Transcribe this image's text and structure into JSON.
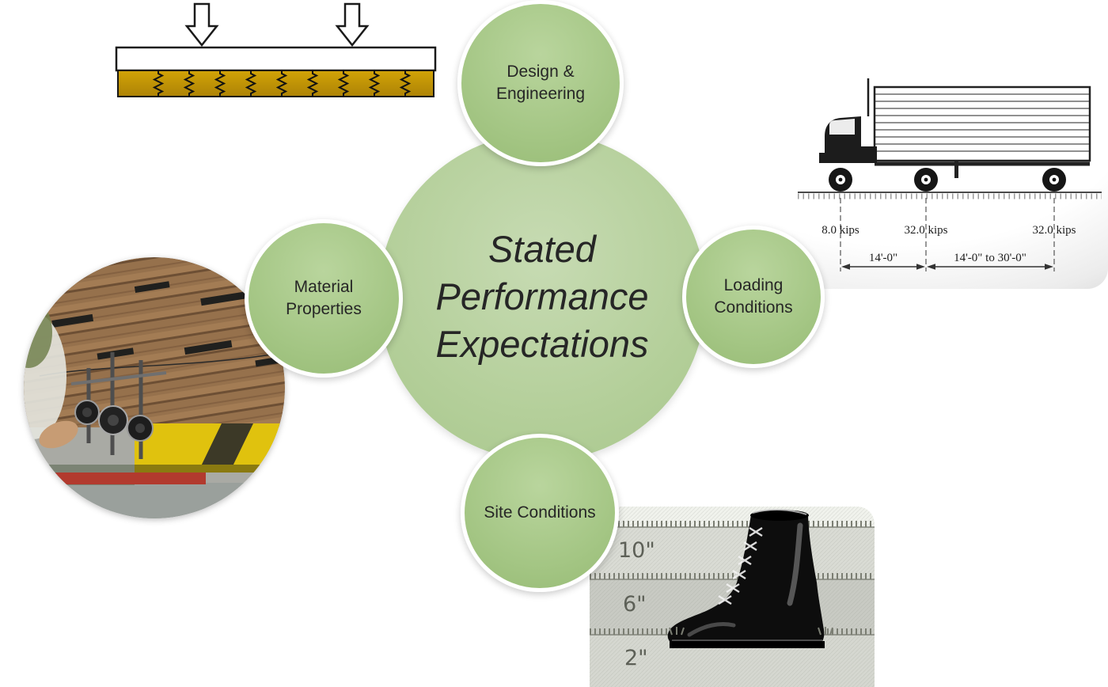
{
  "diagram": {
    "center": {
      "label": "Stated Performance Expectations"
    },
    "nodes": [
      {
        "label": "Design & Engineering"
      },
      {
        "label": "Loading Conditions"
      },
      {
        "label": "Site Conditions"
      },
      {
        "label": "Material Properties"
      }
    ],
    "colors": {
      "center_fill": "#b4cf9a",
      "node_fill": "#a3c583",
      "ring": "#ffffff",
      "text": "#262626"
    }
  },
  "truck_diagram": {
    "axle_loads": [
      "8.0 kips",
      "32.0 kips",
      "32.0 kips"
    ],
    "spacings": [
      "14'-0\"",
      "14'-0\" to 30'-0\""
    ]
  },
  "soil_diagram": {
    "depth_labels": [
      "10\"",
      "6\"",
      "2\""
    ]
  },
  "beam_diagram": {
    "foundation_color": "#c49a06"
  }
}
